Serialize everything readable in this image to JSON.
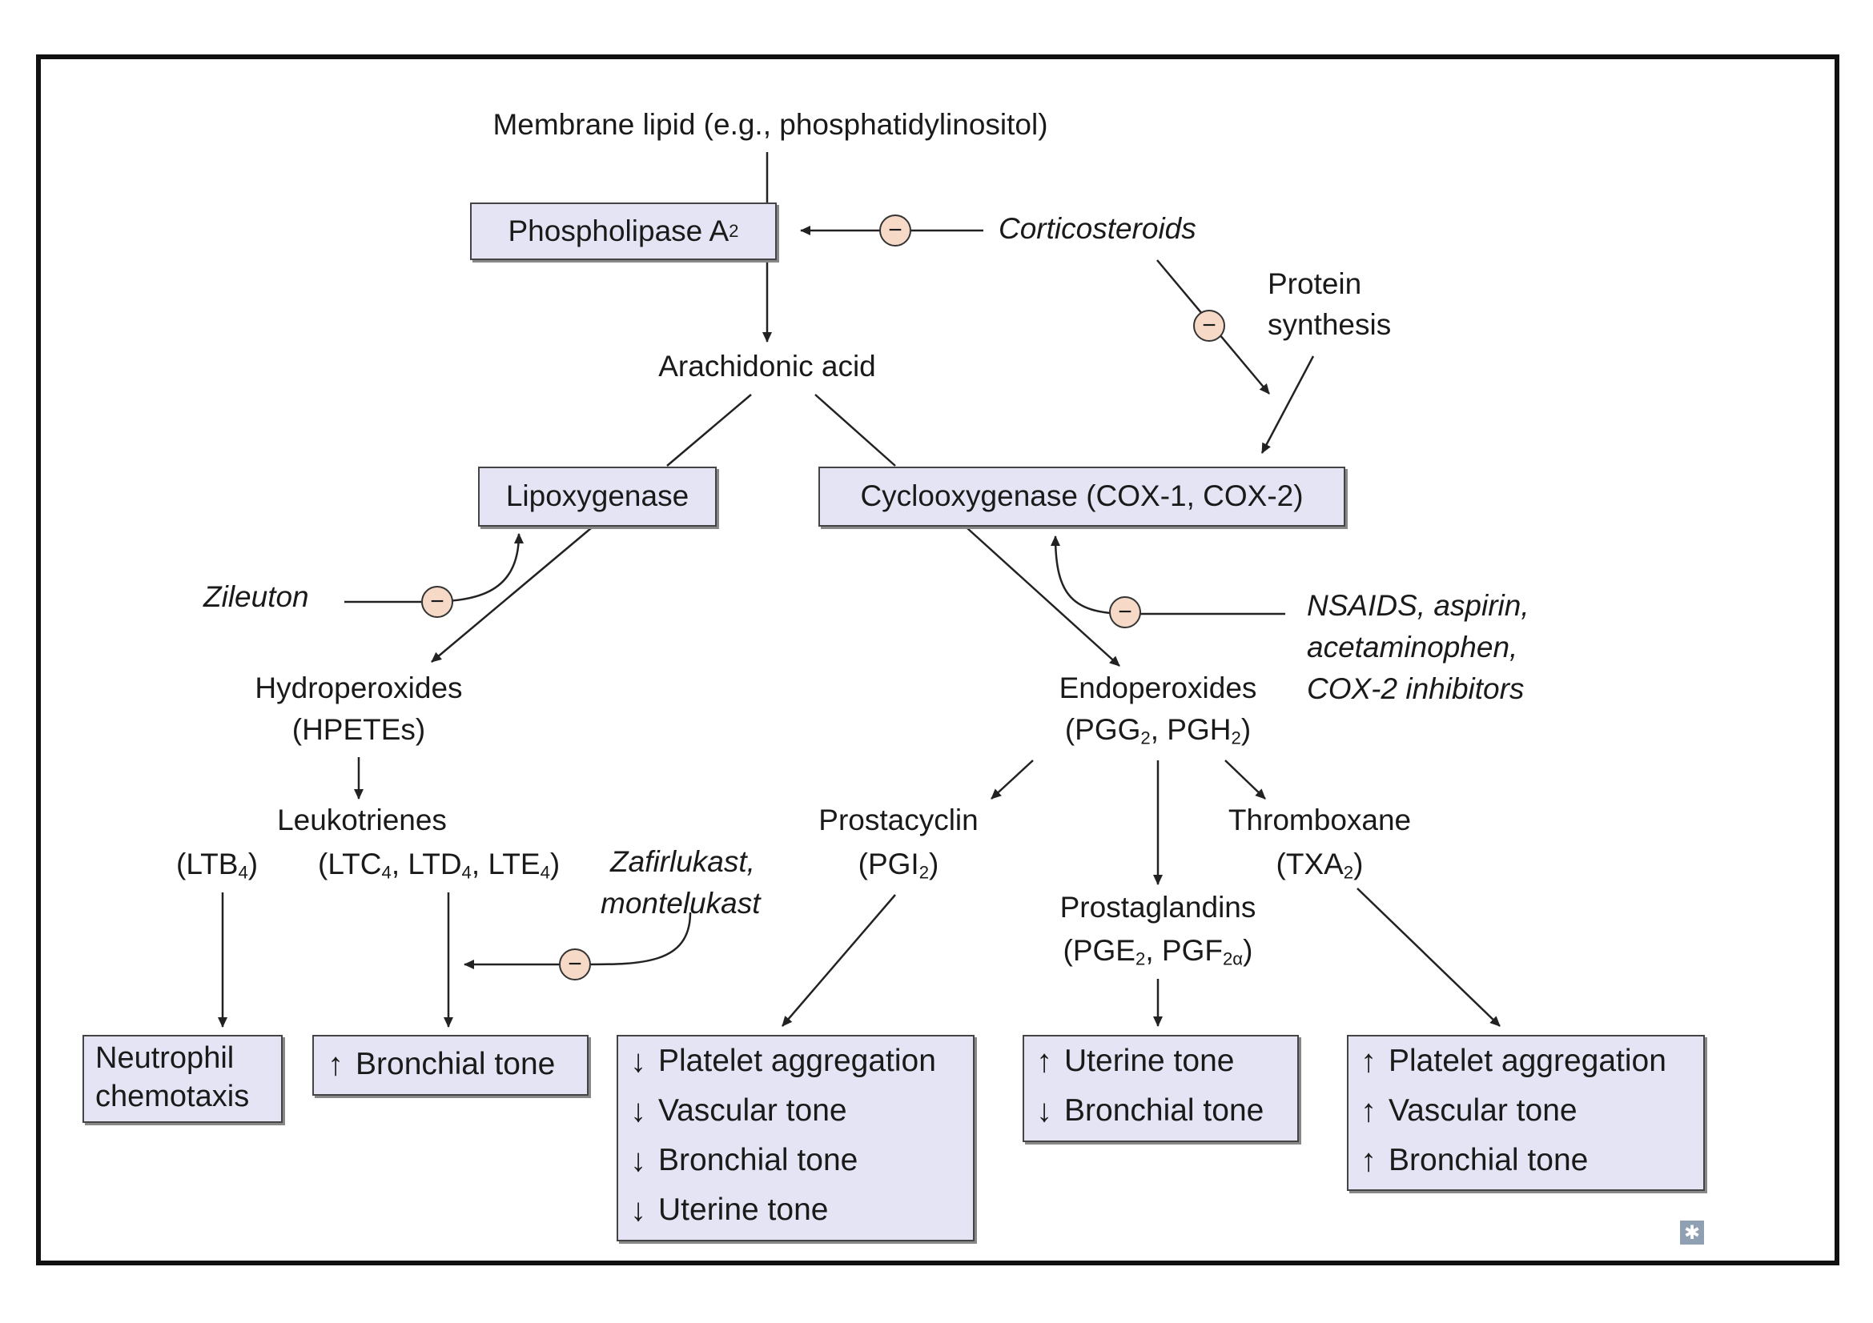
{
  "membrane_lipid": "Membrane lipid (e.g., phosphatidylinositol)",
  "phospholipase": {
    "main": "Phospholipase A",
    "sub": "2"
  },
  "corticosteroids": "Corticosteroids",
  "protein_synthesis": [
    "Protein",
    "synthesis"
  ],
  "arachidonic_acid": "Arachidonic acid",
  "lipoxygenase": "Lipoxygenase",
  "cyclooxygenase": "Cyclooxygenase (COX-1, COX-2)",
  "zileuton": "Zileuton",
  "nsaids": [
    "NSAIDS, aspirin,",
    "acetaminophen,",
    "COX-2 inhibitors"
  ],
  "hydroperoxides": [
    "Hydroperoxides",
    "(HPETEs)"
  ],
  "endoperoxides": {
    "title": "Endoperoxides",
    "l2a": "(PGG",
    "s1": "2",
    "l2b": ", PGH",
    "s2": "2",
    "l2c": ")"
  },
  "leukotrienes": "Leukotrienes",
  "ltb4": {
    "a": "(LTB",
    "s": "4",
    "b": ")"
  },
  "ltc": {
    "a": "(LTC",
    "s1": "4",
    "b": ", LTD",
    "s2": "4",
    "c": ", LTE",
    "s3": "4",
    "d": ")"
  },
  "zafirlukast": [
    "Zafirlukast,",
    "montelukast"
  ],
  "prostacyclin": {
    "title": "Prostacyclin",
    "a": "(PGI",
    "s": "2",
    "b": ")"
  },
  "thromboxane": {
    "title": "Thromboxane",
    "a": "(TXA",
    "s": "2",
    "b": ")"
  },
  "prostaglandins": {
    "title": "Prostaglandins",
    "a": "(PGE",
    "s1": "2",
    "b": ", PGF",
    "s2": "2α",
    "c": ")"
  },
  "inhibit_symbol": "−",
  "effects": {
    "neutrophil": [
      "Neutrophil",
      "chemotaxis"
    ],
    "leukotriene_tone": [
      {
        "dir": "↑",
        "label": "Bronchial tone"
      }
    ],
    "prostacyclin": [
      {
        "dir": "↓",
        "label": "Platelet aggregation"
      },
      {
        "dir": "↓",
        "label": "Vascular tone"
      },
      {
        "dir": "↓",
        "label": "Bronchial tone"
      },
      {
        "dir": "↓",
        "label": "Uterine tone"
      }
    ],
    "prostaglandins": [
      {
        "dir": "↑",
        "label": "Uterine tone"
      },
      {
        "dir": "↓",
        "label": "Bronchial tone"
      }
    ],
    "thromboxane": [
      {
        "dir": "↑",
        "label": "Platelet aggregation"
      },
      {
        "dir": "↑",
        "label": "Vascular tone"
      },
      {
        "dir": "↑",
        "label": "Bronchial tone"
      }
    ]
  },
  "colors": {
    "box_fill": "#e4e4f4",
    "inhibitor_fill": "#f6d9c6",
    "line": "#222222"
  }
}
